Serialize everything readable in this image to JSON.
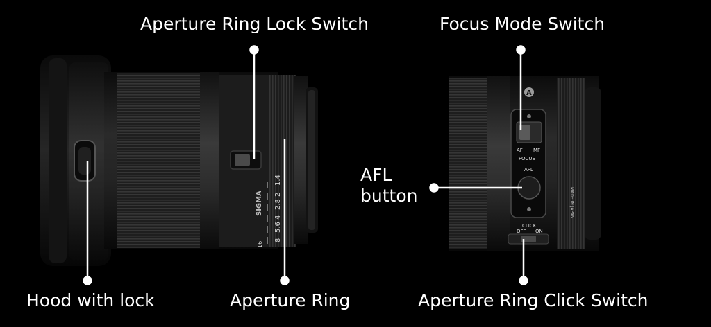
{
  "callouts": {
    "aperture_ring_lock_switch": "Aperture Ring Lock Switch",
    "focus_mode_switch": "Focus Mode Switch",
    "afl_button_line1": "AFL",
    "afl_button_line2": "button",
    "hood_with_lock": "Hood with lock",
    "aperture_ring": "Aperture Ring",
    "aperture_ring_click_switch": "Aperture Ring Click Switch"
  },
  "lens_markings": {
    "brand": "SIGMA",
    "aperture_scale": [
      "1.4",
      "2",
      "2.8",
      "4",
      "5.6",
      "8",
      "16"
    ],
    "focus_label": "FOCUS",
    "af_label": "AF",
    "mf_label": "MF",
    "afl_label": "AFL",
    "click_label": "CLICK",
    "off_label": "OFF",
    "on_label": "ON",
    "made_in": "MADE IN JAPAN",
    "mode_badge": "A"
  },
  "colors": {
    "background": "#000000",
    "lens_body": "#1a1a1a",
    "label_text": "#ffffff",
    "leader_line": "#ffffff"
  }
}
